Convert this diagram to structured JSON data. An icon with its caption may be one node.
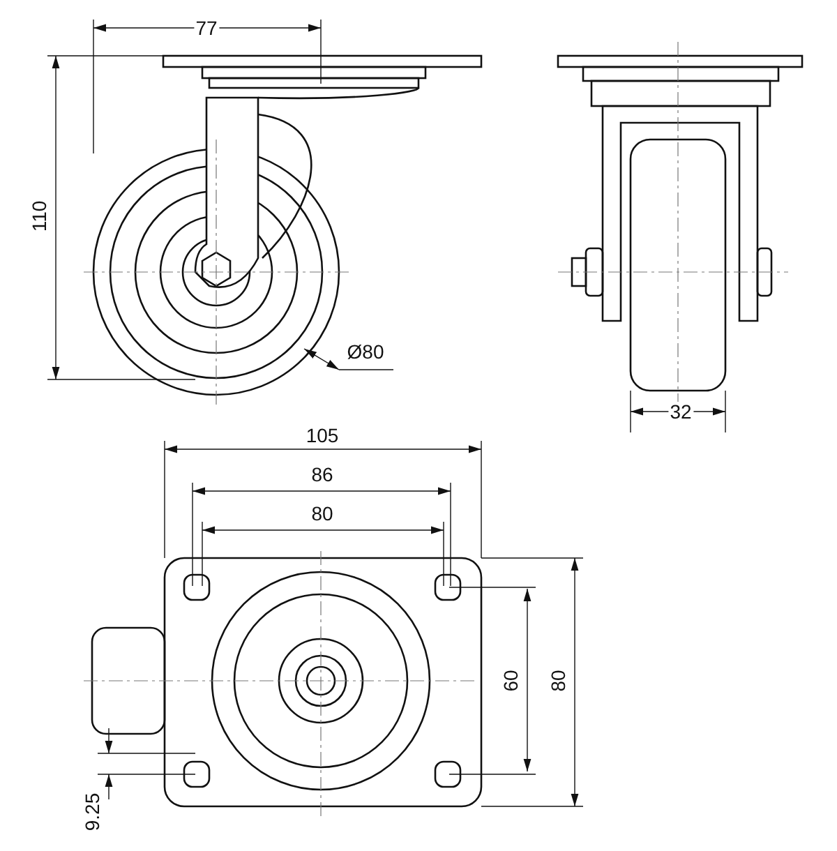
{
  "diagram": {
    "labels": [
      "77",
      "110",
      "Ø80",
      "32",
      "105",
      "86",
      "80",
      "60",
      "80",
      "9.25"
    ]
  }
}
